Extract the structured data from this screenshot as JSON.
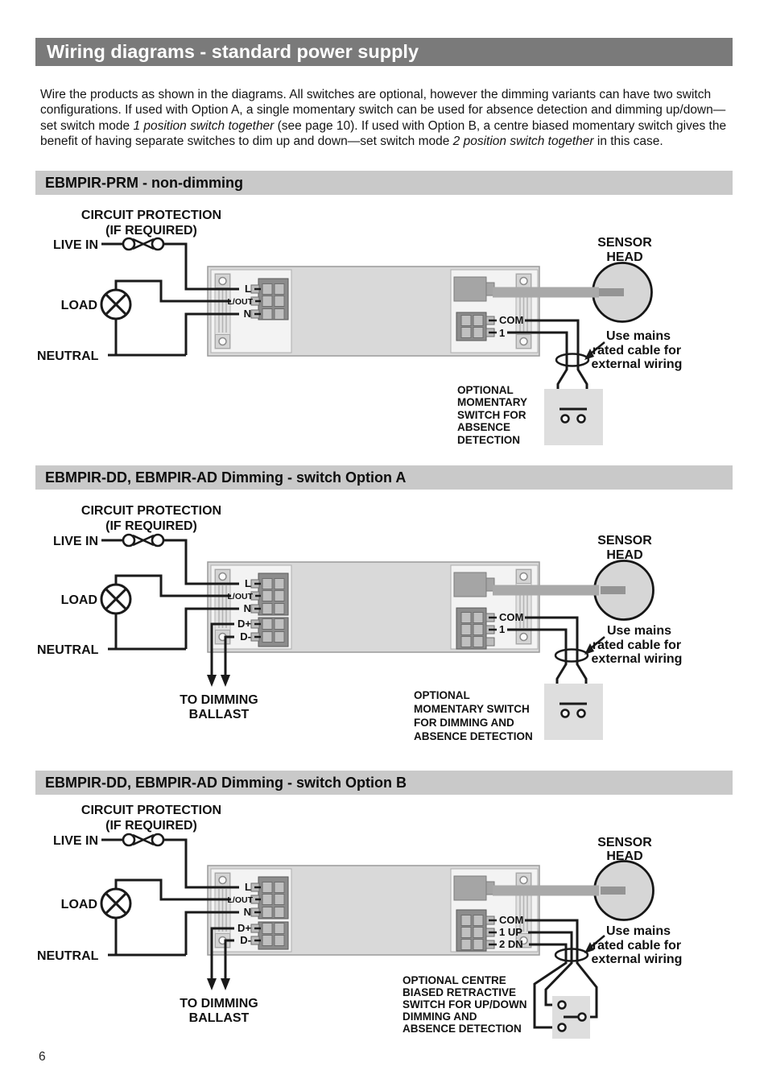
{
  "page": {
    "number": "6"
  },
  "title_bar": {
    "text": "Wiring diagrams - standard power supply"
  },
  "intro": {
    "part1": "Wire the products as shown in the diagrams. All switches are optional, however the dimming variants can have two switch configurations. If used with Option A, a single momentary switch can be used for absence detection and dimming up/down—set switch mode ",
    "italic1": "1 position switch together",
    "part2": " (see page 10). If used with Option B, a centre biased momentary switch gives the benefit of having separate switches to dim up and down—set switch mode ",
    "italic2": "2 position switch together",
    "part3": " in this case."
  },
  "labels": {
    "circuit_protection_line1": "CIRCUIT PROTECTION",
    "circuit_protection_line2": "(IF REQUIRED)",
    "live_in": "LIVE IN",
    "load": "LOAD",
    "neutral": "NEUTRAL",
    "sensor_line1": "SENSOR",
    "sensor_line2": "HEAD",
    "mains_line1": "Use mains",
    "mains_line2": "rated cable for",
    "mains_line3": "external wiring",
    "ballast_line1": "TO DIMMING",
    "ballast_line2": "BALLAST"
  },
  "sections": [
    {
      "header": "EBMPIR-PRM - non-dimming",
      "terminals_left": [
        "L",
        "L/OUT",
        "N"
      ],
      "terminals_right": [
        "COM",
        "1"
      ],
      "switch_caption": [
        "OPTIONAL",
        "MOMENTARY",
        "SWITCH FOR",
        "ABSENCE",
        "DETECTION"
      ]
    },
    {
      "header": "EBMPIR-DD, EBMPIR-AD Dimming - switch Option A",
      "terminals_left": [
        "L",
        "L/OUT",
        "N"
      ],
      "terminals_dim": [
        "D+",
        "D-"
      ],
      "terminals_right": [
        "COM",
        "1"
      ],
      "switch_caption": [
        "OPTIONAL",
        "MOMENTARY SWITCH",
        "FOR DIMMING AND",
        "ABSENCE DETECTION"
      ]
    },
    {
      "header": "EBMPIR-DD, EBMPIR-AD Dimming - switch Option B",
      "terminals_left": [
        "L",
        "L/OUT",
        "N"
      ],
      "terminals_dim": [
        "D+",
        "D-"
      ],
      "terminals_right": [
        "COM",
        "1 UP",
        "2 DN"
      ],
      "switch_caption": [
        "OPTIONAL CENTRE",
        "BIASED RETRACTIVE",
        "SWITCH FOR UP/DOWN",
        "DIMMING AND",
        "ABSENCE DETECTION"
      ]
    }
  ],
  "colors": {
    "title_bar_bg": "#7a7a7a",
    "title_bar_fg": "#ffffff",
    "section_bar_bg": "#c9c9c9",
    "wire": "#1a1a1a",
    "device_body": "#d9d9d9",
    "device_panel": "#f3f3f3",
    "terminal_block": "#8c8c8c",
    "terminal_cell": "#c0c0c0",
    "cable": "#a9a9a9",
    "sensor_head": "#d6d6d6",
    "switch_box": "#dedede"
  }
}
